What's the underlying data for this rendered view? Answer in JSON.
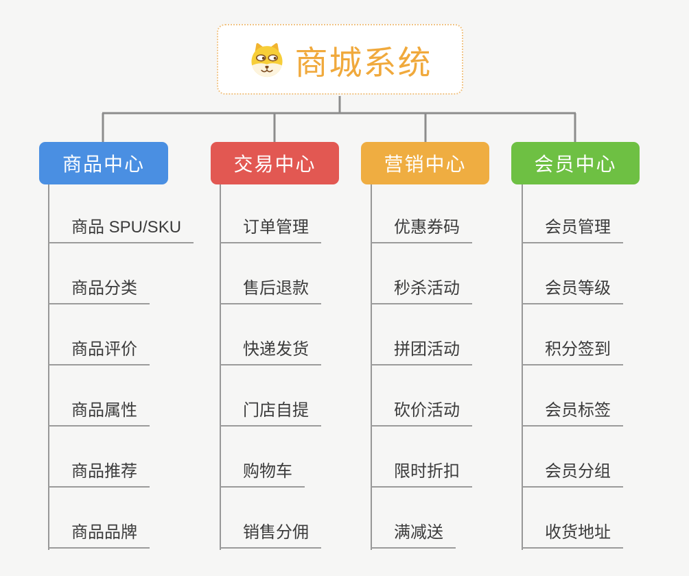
{
  "root": {
    "title": "商城系统",
    "icon": "dog-face-icon"
  },
  "branches": [
    {
      "label": "商品中心",
      "color": "#4A8FE2",
      "items": [
        "商品 SPU/SKU",
        "商品分类",
        "商品评价",
        "商品属性",
        "商品推荐",
        "商品品牌"
      ]
    },
    {
      "label": "交易中心",
      "color": "#E25852",
      "items": [
        "订单管理",
        "售后退款",
        "快递发货",
        "门店自提",
        "购物车",
        "销售分佣"
      ]
    },
    {
      "label": "营销中心",
      "color": "#EFAD41",
      "items": [
        "优惠券码",
        "秒杀活动",
        "拼团活动",
        "砍价活动",
        "限时折扣",
        "满减送"
      ]
    },
    {
      "label": "会员中心",
      "color": "#6EC043",
      "items": [
        "会员管理",
        "会员等级",
        "积分签到",
        "会员标签",
        "会员分组",
        "收货地址"
      ]
    }
  ],
  "colors": {
    "background": "#F6F6F5",
    "root_text": "#F0A93C",
    "root_border": "#F0C384",
    "connector_line": "#8C8C8C",
    "leaf_line": "#9A9A9A",
    "leaf_text": "#3B3B3B"
  }
}
